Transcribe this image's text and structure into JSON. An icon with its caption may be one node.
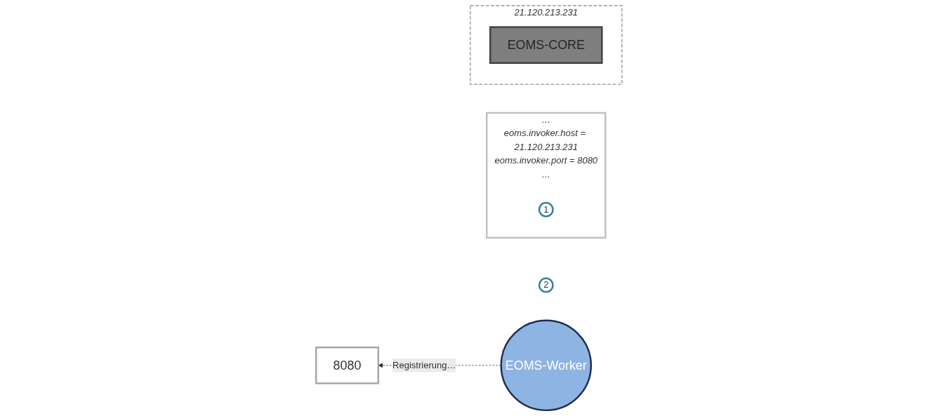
{
  "diagram": {
    "nodes": [
      {
        "text": [
          "…",
          "eoms.invoker.host = 21.120.213.231",
          "eoms.invoker.port = 8080",
          "…"
        ]
      },
      {
        "text": [
          "1"
        ],
        "in": 0
      },
      {
        "text": [
          "21.120.213.231"
        ]
      },
      {
        "text": [
          "2"
        ]
      },
      {
        "text": [
          "8080"
        ]
      },
      {
        "text": [
          "EOMS-CORE"
        ],
        "in": 2
      },
      {
        "text": [
          "EOMS-Worker"
        ]
      }
    ],
    "edges": [
      {
        "from": 6,
        "to": 4,
        "arrow": "to",
        "style": "dashed",
        "label": "Registrierung…"
      }
    ]
  }
}
